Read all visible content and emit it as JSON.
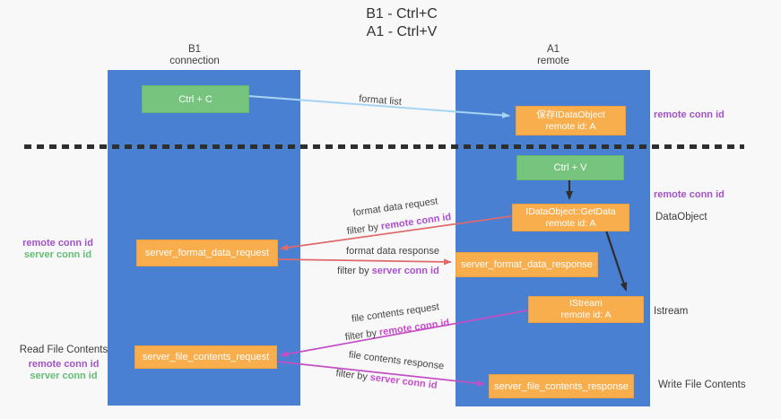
{
  "title": {
    "line1": "B1 - Ctrl+C",
    "line2": "A1 - Ctrl+V"
  },
  "columns": {
    "left": {
      "name": "B1",
      "subtitle": "connection"
    },
    "right": {
      "name": "A1",
      "subtitle": "remote"
    }
  },
  "boxes": {
    "ctrl_c": {
      "label": "Ctrl + C"
    },
    "save_idataobject": {
      "line1": "保存IDataObject",
      "line2": "remote id: A"
    },
    "ctrl_v": {
      "label": "Ctrl + V"
    },
    "getdata": {
      "line1": "IDataObject::GetData",
      "line2": "remote id: A"
    },
    "server_format_data_request": {
      "label": "server_format_data_request"
    },
    "server_format_data_response": {
      "label": "server_format_data_response"
    },
    "istream": {
      "line1": "IStream",
      "line2": "remote id: A"
    },
    "server_file_contents_request": {
      "label": "server_file_contents_request"
    },
    "server_file_contents_response": {
      "label": "server_file_contents_response"
    }
  },
  "arrow_labels": {
    "format_list": "format list",
    "format_data_request": "format data request",
    "format_data_request_filter": {
      "prefix": "filter by",
      "keyword": "remote conn id"
    },
    "format_data_response": "format data response",
    "format_data_response_filter": {
      "prefix": "filter by",
      "keyword": "server conn id"
    },
    "file_contents_request": "file contents request",
    "file_contents_request_filter": {
      "prefix": "filter by",
      "keyword": "remote conn id"
    },
    "file_contents_response": "file contents response",
    "file_contents_response_filter": {
      "prefix": "filter by",
      "keyword": "server conn id"
    }
  },
  "side_labels": {
    "right_remote_conn_id_1": "remote conn id",
    "right_remote_conn_id_2": "remote conn id",
    "dataobject": "DataObject",
    "istream": "Istream",
    "write_file_contents": "Write File Contents",
    "left_remote_conn_id_1": "remote conn id",
    "left_server_conn_id_1": "server conn id",
    "read_file_contents": "Read File Contents",
    "left_remote_conn_id_2": "remote conn id",
    "left_server_conn_id_2": "server conn id"
  },
  "colors": {
    "column_blue": "#4a80d2",
    "box_green": "#76c47d",
    "box_orange": "#f9ae4e",
    "arrow_blue": "#a6d4f2",
    "arrow_red": "#e06a6a",
    "arrow_magenta": "#c44fc4",
    "arrow_black": "#2e2e2e",
    "text_purple": "#a352c8",
    "text_green": "#63bd74",
    "text_magenta": "#c94bc9",
    "text_dark": "#3c3c3c"
  }
}
